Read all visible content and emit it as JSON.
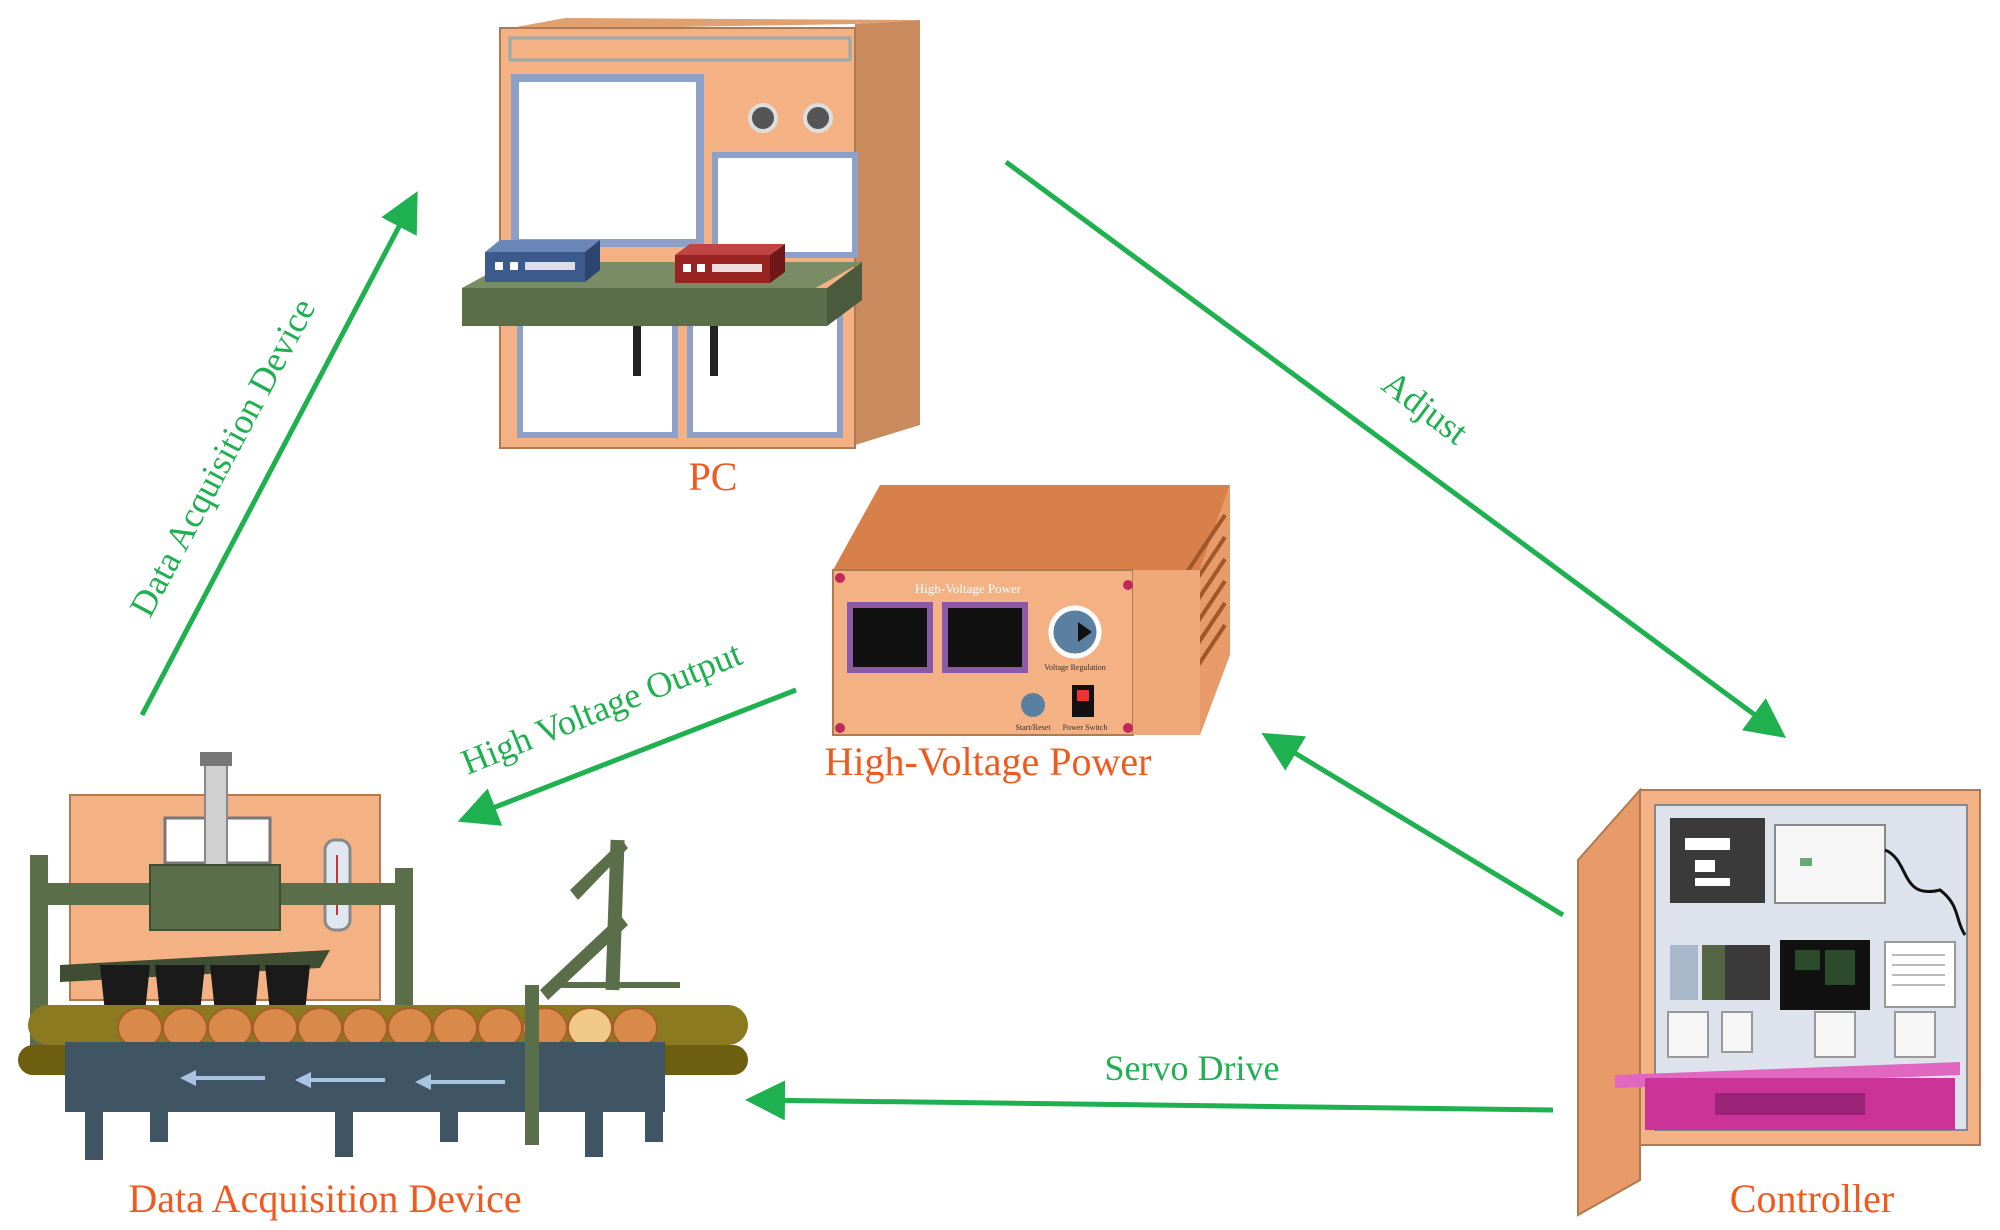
{
  "nodes": {
    "pc": {
      "label": "PC"
    },
    "high_voltage_power": {
      "label": "High-Voltage Power",
      "panel_title": "High-Voltage Power",
      "knob_label": "Voltage Regulation",
      "button_label": "Start/Reset",
      "switch_label": "Power Switch"
    },
    "data_acquisition": {
      "label": "Data Acquisition Device"
    },
    "controller": {
      "label": "Controller"
    }
  },
  "edges": {
    "daq_to_pc": {
      "label": "Data Acquisition Device"
    },
    "pc_to_controller": {
      "label": "Adjust"
    },
    "controller_to_hv": {
      "label": ""
    },
    "hv_to_daq": {
      "label": "High Voltage Output"
    },
    "controller_to_daq": {
      "label": "Servo Drive"
    }
  },
  "colors": {
    "arrow": "#1fb050",
    "node_label": "#f05a1e",
    "cabinet": "#f4b183",
    "cabinet_side": "#c98b5e",
    "shelf": "#5b6e4a",
    "belt": "#3f5563",
    "egg": "#d9894a",
    "magenta": "#cc3399"
  }
}
